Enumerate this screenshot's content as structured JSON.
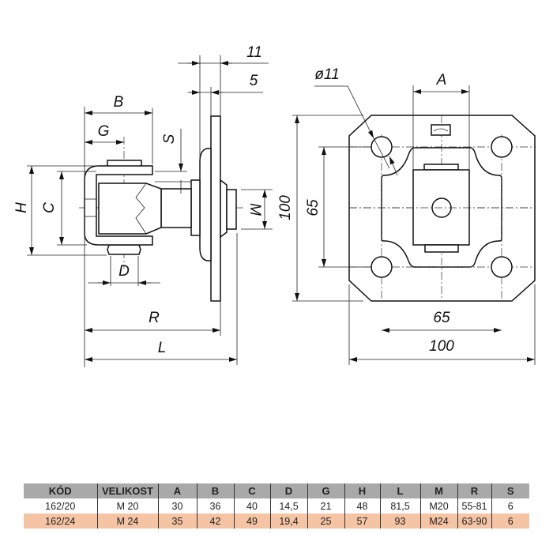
{
  "drawing": {
    "side_view": {
      "dim_11": "11",
      "dim_5": "5",
      "dim_B": "B",
      "dim_G": "G",
      "dim_S": "S",
      "dim_H": "H",
      "dim_C": "C",
      "dim_M": "M",
      "dim_D": "D",
      "dim_R": "R",
      "dim_L": "L"
    },
    "front_view": {
      "dim_hole": "ø11",
      "dim_A": "A",
      "dim_65_v": "65",
      "dim_100_v": "100",
      "dim_65_h": "65",
      "dim_100_h": "100"
    }
  },
  "table": {
    "colors": {
      "header": "#a9a9a9",
      "highlight_row": "#f5c4a4"
    },
    "headers": [
      "KÓD",
      "VELIKOST",
      "A",
      "B",
      "C",
      "D",
      "G",
      "H",
      "L",
      "M",
      "R",
      "S"
    ],
    "rows": [
      [
        "162/20",
        "M 20",
        "30",
        "36",
        "40",
        "14,5",
        "21",
        "48",
        "81,5",
        "M20",
        "55-81",
        "6"
      ],
      [
        "162/24",
        "M 24",
        "35",
        "42",
        "49",
        "19,4",
        "25",
        "57",
        "93",
        "M24",
        "63-90",
        "6"
      ]
    ]
  }
}
